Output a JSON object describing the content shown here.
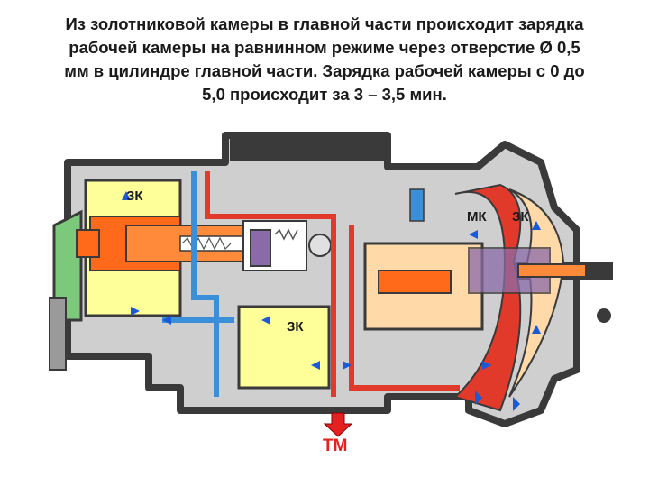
{
  "caption": {
    "lines": [
      "Из золотниковой камеры в главной части происходит зарядка",
      "рабочей камеры на равнинном режиме через отверстие Ø 0,5",
      "мм в цилиндре главной части. Зарядка рабочей камеры с 0 до",
      "5,0 происходит за 3 – 3,5 мин."
    ]
  },
  "labels": {
    "zk_left": "ЗК",
    "zk_center": "ЗК",
    "mk": "МК",
    "zk_right": "ЗК",
    "tm": "ТМ"
  },
  "colors": {
    "body": "#3a3a3a",
    "housing_fill": "#d0d0d0",
    "yellow_chamber": "#ffff99",
    "orange_piston": "#ff6a1a",
    "red_channel": "#e23a2a",
    "blue_channel": "#3b8fd9",
    "purple_valve": "#8a6aa8",
    "peach": "#ffd9a8",
    "green": "#7cc97c",
    "grey_spring": "#9a9a9a",
    "arrow_blue": "#1a5ad9",
    "tm_arrow": "#e52020"
  }
}
